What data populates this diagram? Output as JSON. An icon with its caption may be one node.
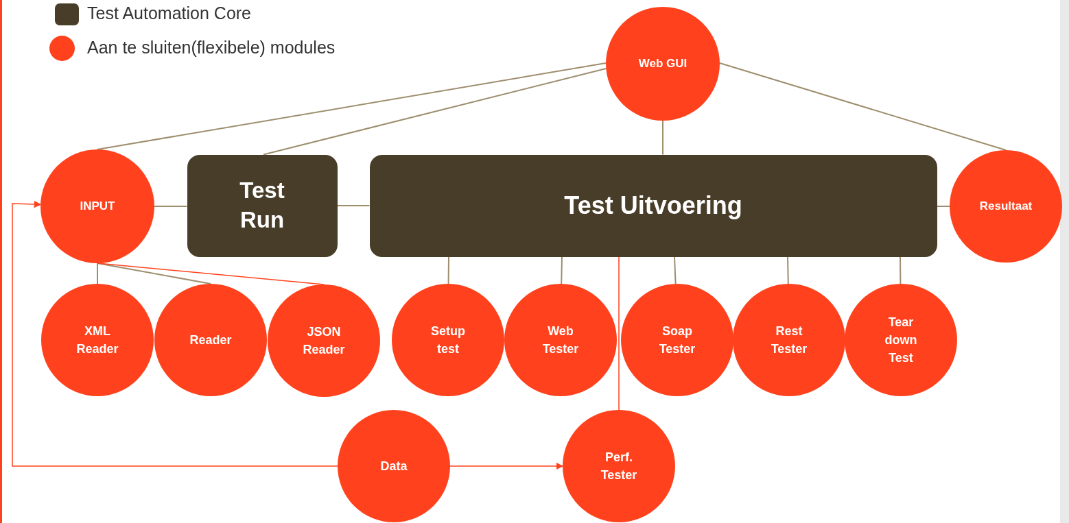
{
  "diagram": {
    "nodes": [
      {
        "text": [
          "Web GUI"
        ]
      },
      {
        "text": [
          "INPUT"
        ]
      },
      {
        "text": [
          "Test Run"
        ]
      },
      {
        "text": [
          "Test Uitvoering"
        ]
      },
      {
        "text": [
          "Resultaat"
        ]
      },
      {
        "text": [
          "XML Reader"
        ]
      },
      {
        "text": [
          "Reader"
        ]
      },
      {
        "text": [
          "JSON Reader"
        ]
      },
      {
        "text": [
          "Setup test"
        ]
      },
      {
        "text": [
          "Web Tester"
        ]
      },
      {
        "text": [
          "Soap Tester"
        ]
      },
      {
        "text": [
          "Rest Tester"
        ]
      },
      {
        "text": [
          "Tear down Test"
        ]
      },
      {
        "text": [
          "Data"
        ]
      },
      {
        "text": [
          "Perf. Tester"
        ]
      }
    ],
    "edges": [
      {
        "from": 0,
        "to": 1,
        "arrow": "none"
      },
      {
        "from": 0,
        "to": 2,
        "arrow": "none"
      },
      {
        "from": 0,
        "to": 3,
        "arrow": "none"
      },
      {
        "from": 0,
        "to": 4,
        "arrow": "none"
      },
      {
        "from": 1,
        "to": 2,
        "arrow": "none"
      },
      {
        "from": 2,
        "to": 3,
        "arrow": "none"
      },
      {
        "from": 3,
        "to": 4,
        "arrow": "none"
      },
      {
        "from": 1,
        "to": 5,
        "arrow": "none"
      },
      {
        "from": 1,
        "to": 6,
        "arrow": "none"
      },
      {
        "from": 1,
        "to": 7,
        "arrow": "none",
        "color": "#ff421d"
      },
      {
        "from": 3,
        "to": 8,
        "arrow": "none"
      },
      {
        "from": 3,
        "to": 9,
        "arrow": "none"
      },
      {
        "from": 3,
        "to": 10,
        "arrow": "none"
      },
      {
        "from": 3,
        "to": 11,
        "arrow": "none"
      },
      {
        "from": 3,
        "to": 12,
        "arrow": "none"
      },
      {
        "from": 3,
        "to": 14,
        "arrow": "none",
        "color": "#ff421d"
      },
      {
        "from": 13,
        "to": 14,
        "arrow": "to",
        "color": "#ff421d"
      },
      {
        "from": 13,
        "to": 1,
        "arrow": "to",
        "color": "#ff421d"
      }
    ],
    "legend": [
      {
        "text": "Test Automation Core",
        "color": "#483d28"
      },
      {
        "text": "Aan te sluiten(flexibele) modules",
        "color": "#ff421d"
      }
    ]
  }
}
